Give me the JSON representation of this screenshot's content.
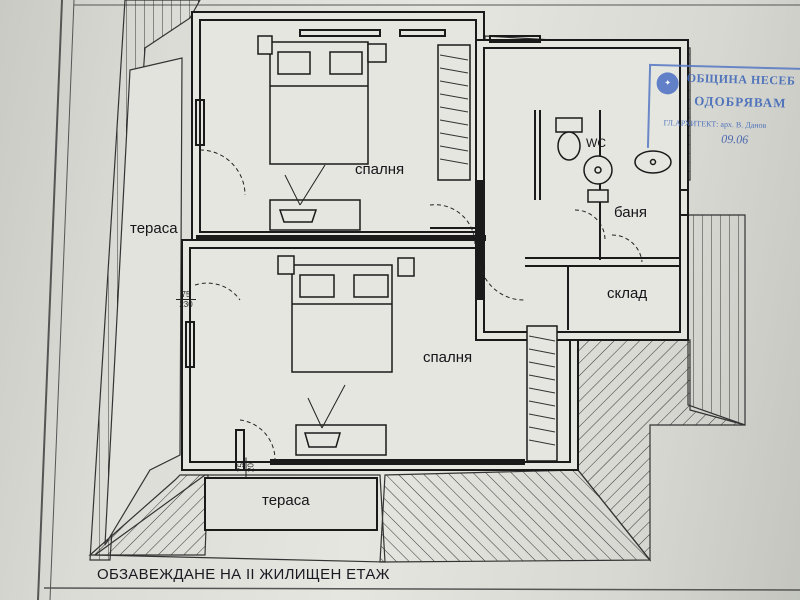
{
  "rooms": {
    "bedroom_upper": "спалня",
    "bedroom_lower": "спалня",
    "terrace_left": "тераса",
    "terrace_bottom": "тераса",
    "wc": "WC",
    "bathroom": "баня",
    "storage": "склад"
  },
  "openings": {
    "window_left": [
      "75",
      "230"
    ],
    "window_bottom": [
      "75",
      "20"
    ]
  },
  "stamp": {
    "line1": "ОБЩИНА НЕСЕБ",
    "line2": "ОДОБРЯВАМ",
    "line3": "ГЛ.АРХИТЕКТ: арх. В. Данов",
    "line4": "09.06"
  },
  "drawing_title": "ОБЗАВЕЖДАНЕ НА II  ЖИЛИЩЕН ЕТАЖ",
  "colors": {
    "ink": "#15151a",
    "stamp": "#3a64b8",
    "paper": "#e2e2dc"
  }
}
